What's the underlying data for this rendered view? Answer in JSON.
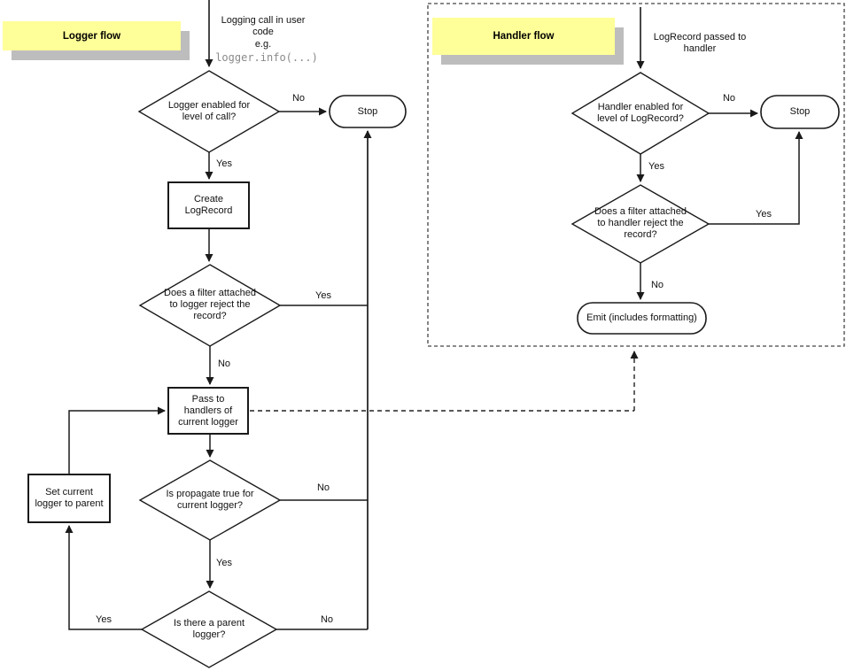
{
  "colors": {
    "label_bg": "#ffff99",
    "label_shadow": "#bdbdbd",
    "line": "#1a1a1a",
    "code_text": "#8a8a8a"
  },
  "logger": {
    "title": "Logger flow",
    "entry_note": "Logging call in user\ncode",
    "entry_eg": "e.g.",
    "entry_code": "logger.info(...)",
    "decision_level": "Logger enabled for\nlevel of call?",
    "stop": "Stop",
    "create_logrecord": "Create\nLogRecord",
    "decision_filter": "Does a filter attached\nto logger reject the\nrecord?",
    "pass_handlers": "Pass to\nhandlers of\ncurrent logger",
    "decision_propagate": "Is propagate true for\ncurrent logger?",
    "set_parent": "Set current\nlogger to parent",
    "decision_parent": "Is there a parent\nlogger?",
    "labels": {
      "d1_no": "No",
      "d1_yes": "Yes",
      "d2_yes": "Yes",
      "d2_no": "No",
      "d3_no": "No",
      "d3_yes": "Yes",
      "d4_yes": "Yes",
      "d4_no": "No"
    }
  },
  "handler": {
    "title": "Handler flow",
    "entry_note": "LogRecord passed to\nhandler",
    "decision_level": "Handler enabled for\nlevel of LogRecord?",
    "stop": "Stop",
    "decision_filter": "Does a filter attached\nto handler reject the\nrecord?",
    "emit": "Emit (includes formatting)",
    "labels": {
      "d1_no": "No",
      "d1_yes": "Yes",
      "d2_yes": "Yes",
      "d2_no": "No"
    }
  }
}
